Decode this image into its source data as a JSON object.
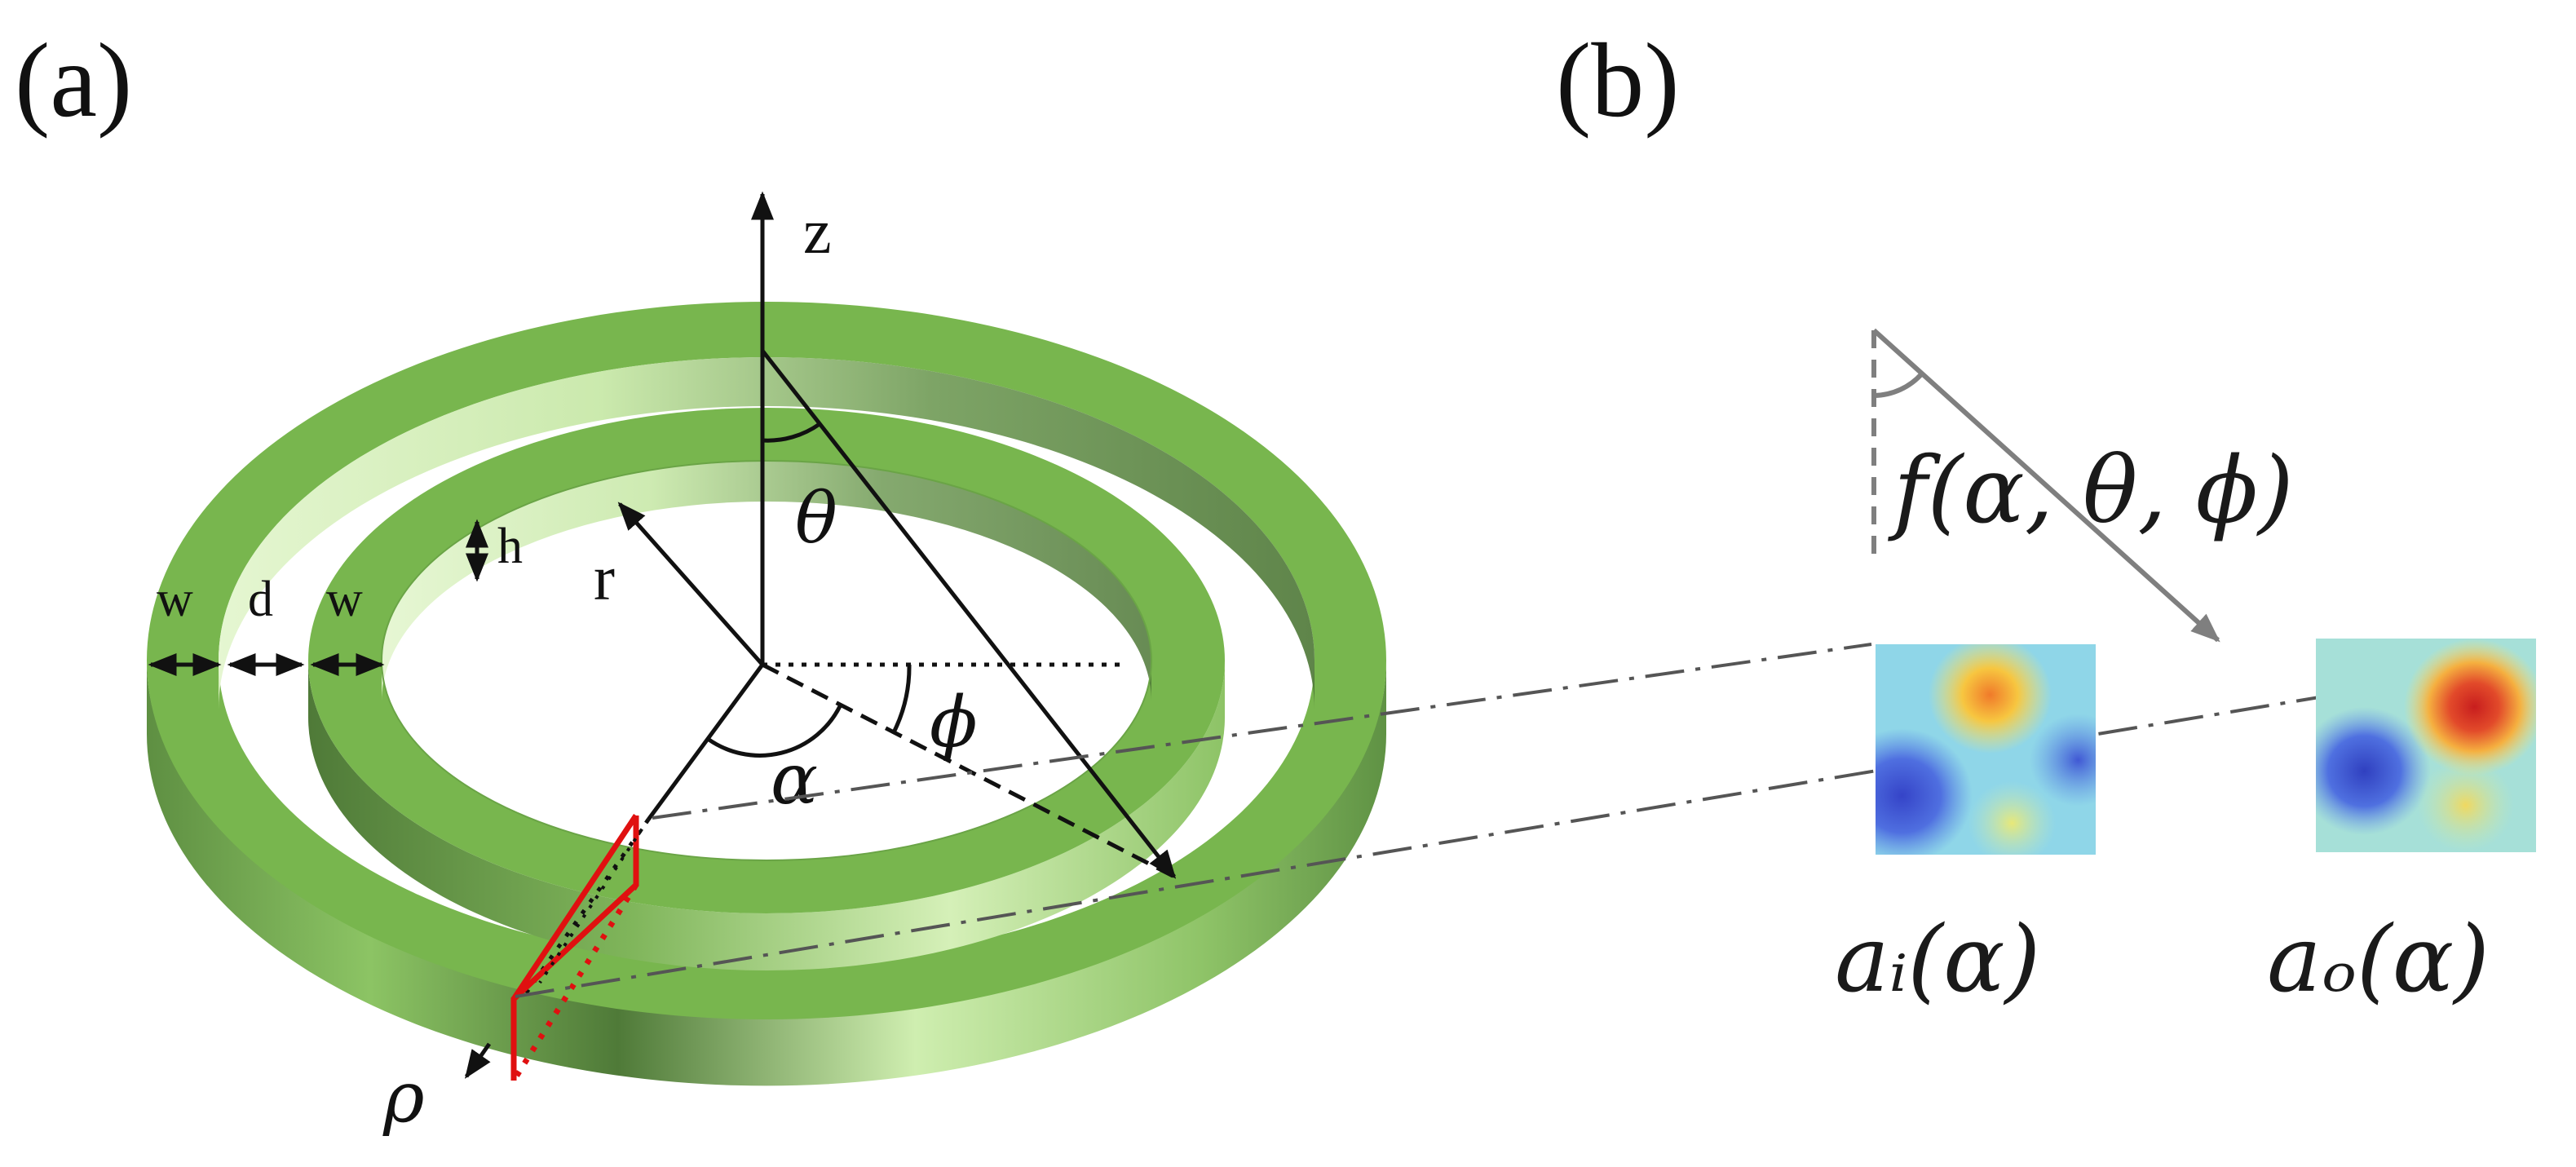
{
  "panels": {
    "a": {
      "label": "(a)"
    },
    "b": {
      "label": "(b)"
    }
  },
  "axes": {
    "z": "z",
    "r": "r",
    "rho": "ρ"
  },
  "angles": {
    "theta": "θ",
    "phi": "ϕ",
    "alpha": "α"
  },
  "dimensions": {
    "w_outer": "w",
    "d": "d",
    "w_inner": "w",
    "h": "h"
  },
  "panel_b": {
    "function_label": "f(α, θ, ϕ)",
    "input_map_label": "aᵢ(α)",
    "output_map_label": "aₒ(α)"
  },
  "colors": {
    "ring_green": "#77b54c",
    "ring_light": "#d7f0b8",
    "ring_dark": "#4e7a35",
    "cut_red": "#e01010",
    "arrow_gray": "#7f7f7f"
  }
}
